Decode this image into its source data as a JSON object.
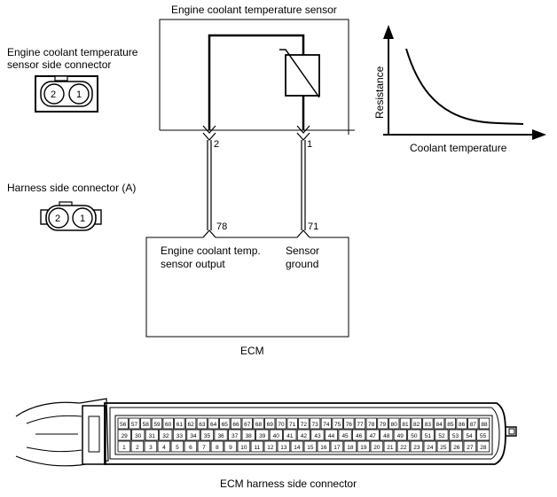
{
  "sensor": {
    "title": "Engine coolant temperature sensor",
    "pin_left": "2",
    "pin_right": "1"
  },
  "sensor_connector": {
    "label_line1": "Engine coolant temperature",
    "label_line2": "sensor side connector",
    "pins": [
      "2",
      "1"
    ]
  },
  "harness_connector": {
    "label": "Harness side connector (A)",
    "pins": [
      "2",
      "1"
    ]
  },
  "graph": {
    "ylabel": "Resistance",
    "xlabel": "Coolant temperature"
  },
  "ecm": {
    "title": "ECM",
    "pin_left": "78",
    "pin_right": "71",
    "left_label_line1": "Engine coolant temp.",
    "left_label_line2": "sensor output",
    "right_label_line1": "Sensor",
    "right_label_line2": "ground"
  },
  "ecm_connector": {
    "caption": "ECM harness side connector",
    "rows": [
      [
        "56",
        "57",
        "58",
        "59",
        "60",
        "61",
        "62",
        "63",
        "64",
        "65",
        "66",
        "67",
        "68",
        "69",
        "70",
        "71",
        "72",
        "73",
        "74",
        "75",
        "76",
        "77",
        "78",
        "79",
        "80",
        "81",
        "82",
        "83",
        "84",
        "85",
        "86",
        "87",
        "88"
      ],
      [
        "29",
        "30",
        "31",
        "32",
        "33",
        "34",
        "35",
        "36",
        "37",
        "38",
        "39",
        "40",
        "41",
        "42",
        "43",
        "44",
        "45",
        "46",
        "47",
        "48",
        "49",
        "50",
        "51",
        "52",
        "53",
        "54",
        "55"
      ],
      [
        "1",
        "2",
        "3",
        "4",
        "5",
        "6",
        "7",
        "8",
        "9",
        "10",
        "11",
        "12",
        "13",
        "14",
        "15",
        "16",
        "17",
        "18",
        "19",
        "20",
        "21",
        "22",
        "23",
        "24",
        "25",
        "26",
        "27",
        "28"
      ]
    ]
  }
}
